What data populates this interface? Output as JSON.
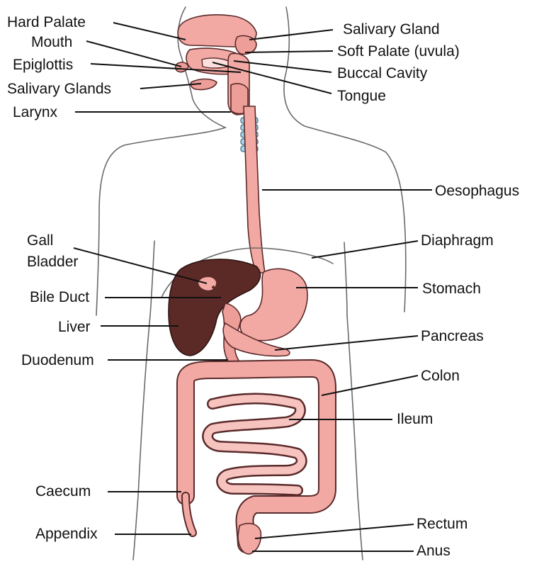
{
  "labels": {
    "hard_palate": "Hard Palate",
    "mouth": "Mouth",
    "epiglottis": "Epiglottis",
    "salivary_glands": "Salivary Glands",
    "larynx": "Larynx",
    "salivary_gland": "Salivary Gland",
    "soft_palate": "Soft Palate (uvula)",
    "buccal_cavity": "Buccal Cavity",
    "tongue": "Tongue",
    "oesophagus": "Oesophagus",
    "gall_bladder_line1": "Gall",
    "gall_bladder_line2": "Bladder",
    "diaphragm": "Diaphragm",
    "bile_duct": "Bile Duct",
    "stomach": "Stomach",
    "liver": "Liver",
    "pancreas": "Pancreas",
    "duodenum": "Duodenum",
    "colon": "Colon",
    "ileum": "Ileum",
    "caecum": "Caecum",
    "appendix": "Appendix",
    "rectum": "Rectum",
    "anus": "Anus"
  },
  "colors": {
    "organ_pink": "#f2a9a4",
    "liver_brown": "#5c2a26",
    "trachea_blue": "#a9d3e6",
    "outline_grey": "#6a6a6a"
  }
}
